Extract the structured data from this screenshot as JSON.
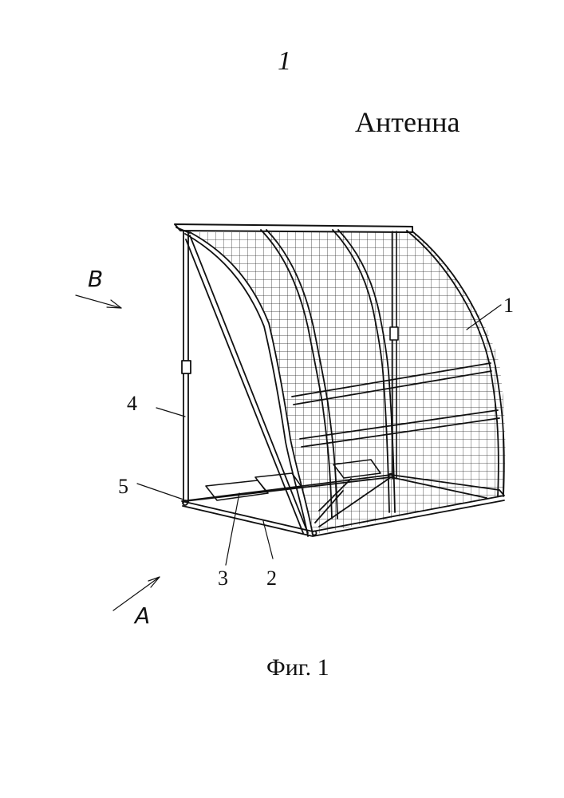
{
  "page": {
    "page_number": "1",
    "title": "Антенна",
    "caption": "Фиг. 1"
  },
  "drawing": {
    "callouts": [
      "1",
      "2",
      "3",
      "4",
      "5"
    ],
    "view_labels": [
      "В",
      "А"
    ]
  }
}
